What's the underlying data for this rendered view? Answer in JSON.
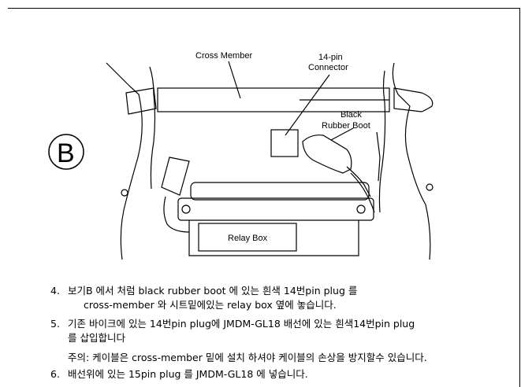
{
  "diagram": {
    "section_label": "B",
    "labels": {
      "cross_member": "Cross Member",
      "connector_line1": "14-pin",
      "connector_line2": "Connector",
      "boot_line1": "Black",
      "boot_line2": "Rubber Boot",
      "relay_box": "Relay Box"
    }
  },
  "steps": [
    {
      "number": "4.",
      "lines": [
        "보기B 에서 처럼 black rubber boot 에 있는 흰색 14번pin plug 를",
        "cross-member 와 시트밑에있는  relay box 옆에 놓습니다."
      ]
    },
    {
      "number": "5.",
      "lines": [
        "기존 바이크에 있는 14번pin plug에 JMDM-GL18 배선에 있는 흰색14번pin plug",
        "를 삽입합니다"
      ],
      "note": "주의: 케이블은 cross-member 밑에 설치 하셔야 케이블의 손상을 방지할수 있습니다."
    },
    {
      "number": "6.",
      "lines": [
        "배선위에 있는 15pin plug 를 JMDM-GL18 에 넣습니다."
      ]
    }
  ]
}
